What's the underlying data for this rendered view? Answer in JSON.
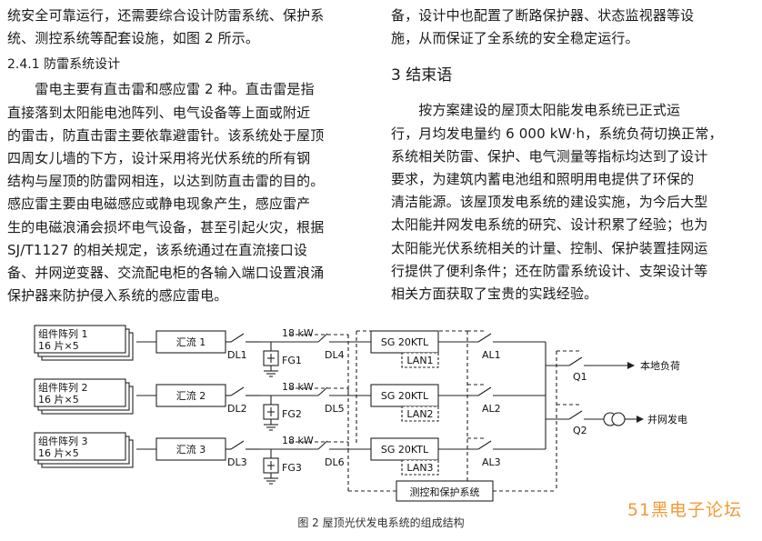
{
  "left_column": {
    "para1_lines": [
      "统安全可靠运行，还需要综合设计防雷系统、保护系",
      "统、测控系统等配套设施，如图 2 所示。"
    ],
    "subsection_title": "2.4.1  防雷系统设计",
    "para2_lines": [
      "　　雷电主要有直击雷和感应雷 2 种。直击雷是指",
      "直接落到太阳能电池阵列、电气设备等上面或附近",
      "的雷击，防直击雷主要依靠避雷针。该系统处于屋顶",
      "四周女儿墙的下方，设计采用将光伏系统的所有钢",
      "结构与屋顶的防雷网相连，以达到防直击雷的目的。",
      "感应雷主要由电磁感应或静电现象产生，感应雷产",
      "生的电磁浪涌会损坏电气设备，甚至引起火灾，根据",
      "SJ/T1127 的相关规定，该系统通过在直流接口设",
      "备、并网逆变器、交流配电柜的各输入端口设置浪涌",
      "保护器来防护侵入系统的感应雷电。"
    ]
  },
  "right_column": {
    "para1_lines": [
      "备，设计中也配置了断路保护器、状态监视器等设",
      "施，从而保证了全系统的安全稳定运行。"
    ],
    "section_title": "3  结束语",
    "para2_lines": [
      "　　按方案建设的屋顶太阳能发电系统已正式运",
      "行，月均发电量约 6 000 kW·h，系统负荷切换正常，",
      "系统相关防雷、保护、电气测量等指标均达到了设计",
      "要求，为建筑内蓄电池组和照明用电提供了环保的",
      "清洁能源。该屋顶发电系统的建设实施，为今后大型",
      "太阳能并网发电系统的研究、设计积累了经验；也为",
      "太阳能光伏系统相关的计量、控制、保护装置挂网运",
      "行提供了便利条件；还在防雷系统设计、支架设计等",
      "相关方面获取了宝贵的实践经验。"
    ]
  },
  "figure": {
    "arrays": [
      {
        "name": "组件阵列 1",
        "count": "16 片×5"
      },
      {
        "name": "组件阵列 2",
        "count": "16 片×5"
      },
      {
        "name": "组件阵列 3",
        "count": "16 片×5"
      }
    ],
    "combiners": [
      "汇流 1",
      "汇流 2",
      "汇流 3"
    ],
    "dc_breakers_a": [
      "DL1",
      "DL2",
      "DL3"
    ],
    "power_labels": [
      "18 kW",
      "18 kW",
      "18 kW"
    ],
    "surge_protectors": [
      "FG1",
      "FG2",
      "FG3"
    ],
    "dc_breakers_b": [
      "DL4",
      "DL5",
      "DL6"
    ],
    "inverters": [
      "SG 20KTL",
      "SG 20KTL",
      "SG 20KTL"
    ],
    "lan_labels": [
      "LAN1",
      "LAN2",
      "LAN3"
    ],
    "ac_breakers": [
      "AL1",
      "AL2",
      "AL3"
    ],
    "output_switches": [
      "Q1",
      "Q2"
    ],
    "local_load": "本地负荷",
    "grid_output": "并网发电",
    "monitor_label": "测控和保护系统",
    "caption": "图 2  屋顶光伏发电系统的组成结构"
  },
  "watermark": "51黑电子论坛"
}
